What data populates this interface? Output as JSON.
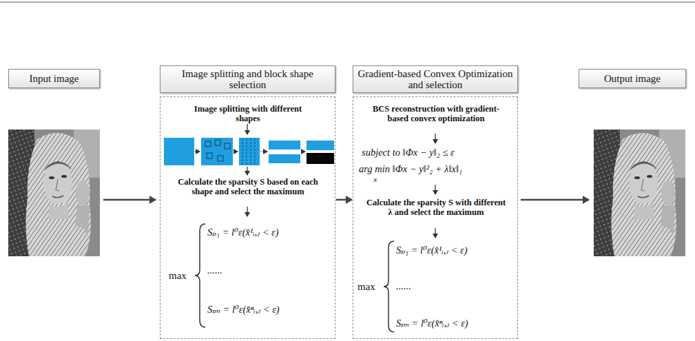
{
  "diagram": {
    "nodes": [
      {
        "text": [
          "Input image"
        ]
      },
      {
        "text": [
          "Image splitting and block shape selection"
        ]
      },
      {
        "text": [
          "Image splitting with different shapes",
          "Calculate the sparsity S based on each shape and select the maximum",
          "max",
          "Sₚ₁ = l⁰ε(x̂¹ᵢ,ⱼ < ε)",
          "......",
          "Sₚₙ = l⁰ε(x̂ⁿᵢ,ⱼ < ε)"
        ]
      },
      {
        "text": [
          "Gradient-based Convex Optimization and selection"
        ]
      },
      {
        "text": [
          "BCS reconstruction with gradient-based convex optimization",
          "subject to ‖Φx − y‖₂ ≤ ε",
          "arg min ‖Φx − y‖²₂ + λ‖x‖₁",
          "x",
          "Calculate the sparsity S with different λ and select the maximum",
          "max",
          "Sₚ₁ = l⁰ε(x̂¹ᵢ,ⱼ < ε)",
          "......",
          "Sₚₙ = l⁰ε(x̂ⁿᵢ,ⱼ < ε)"
        ]
      },
      {
        "text": [
          "Output image"
        ]
      }
    ],
    "edges": [
      {
        "from": 2,
        "to": 4,
        "arrow": "to"
      }
    ]
  }
}
